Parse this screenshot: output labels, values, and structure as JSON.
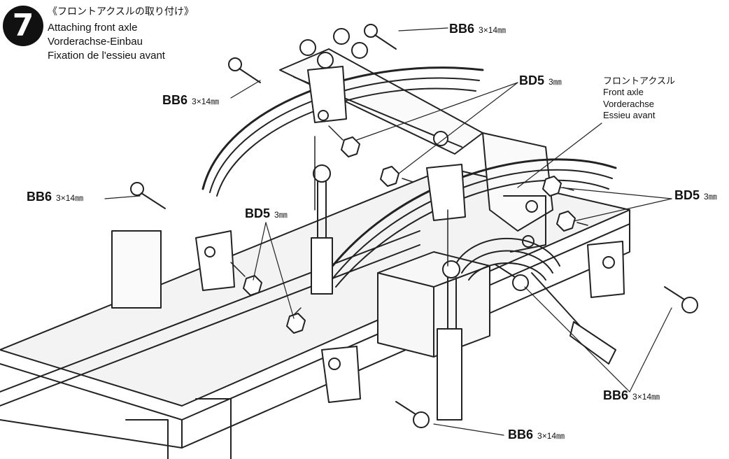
{
  "step": {
    "number": "7",
    "title_jp": "《フロントアクスルの取り付け》",
    "title_en": "Attaching front axle",
    "title_de": "Vorderachse-Einbau",
    "title_fr": "Fixation de l'essieu avant"
  },
  "parts": {
    "bb6_code": "BB6",
    "bb6_dim": "3×14㎜",
    "bd5_code": "BD5",
    "bd5_dim": "3㎜"
  },
  "front_axle_label": {
    "jp": "フロントアクスル",
    "en": "Front axle",
    "de": "Vorderachse",
    "fr": "Essieu avant"
  }
}
